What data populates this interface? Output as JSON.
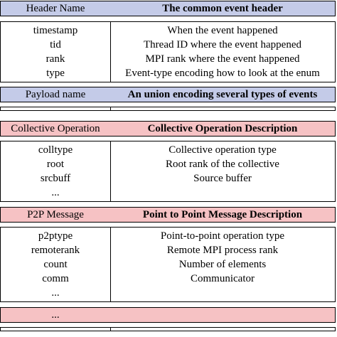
{
  "header": {
    "left": "Header Name",
    "right": "The common event header"
  },
  "header_fields": [
    {
      "name": "timestamp",
      "desc": "When the event happened"
    },
    {
      "name": "tid",
      "desc": "Thread ID where the event happened"
    },
    {
      "name": "rank",
      "desc": "MPI rank where the event happened"
    },
    {
      "name": "type",
      "desc": "Event-type encoding how to look at the enum"
    }
  ],
  "payload": {
    "left": "Payload name",
    "right": "An union encoding several types of events"
  },
  "collective": {
    "left": "Collective Operation",
    "right": "Collective Operation Description"
  },
  "collective_fields": [
    {
      "name": "colltype",
      "desc": "Collective operation type"
    },
    {
      "name": "root",
      "desc": "Root rank of the collective"
    },
    {
      "name": "srcbuff",
      "desc": "Source buffer"
    },
    {
      "name": "...",
      "desc": ""
    }
  ],
  "p2p": {
    "left": "P2P Message",
    "right": "Point to Point Message Description"
  },
  "p2p_fields": [
    {
      "name": "p2ptype",
      "desc": "Point-to-point operation type"
    },
    {
      "name": "remoterank",
      "desc": "Remote MPI process rank"
    },
    {
      "name": "count",
      "desc": "Number of elements"
    },
    {
      "name": "comm",
      "desc": "Communicator"
    },
    {
      "name": "...",
      "desc": ""
    }
  ],
  "more": {
    "left": "...",
    "right": ""
  },
  "colors": {
    "blue_header": "#c4cbe8",
    "pink_header": "#f6c2c4"
  }
}
